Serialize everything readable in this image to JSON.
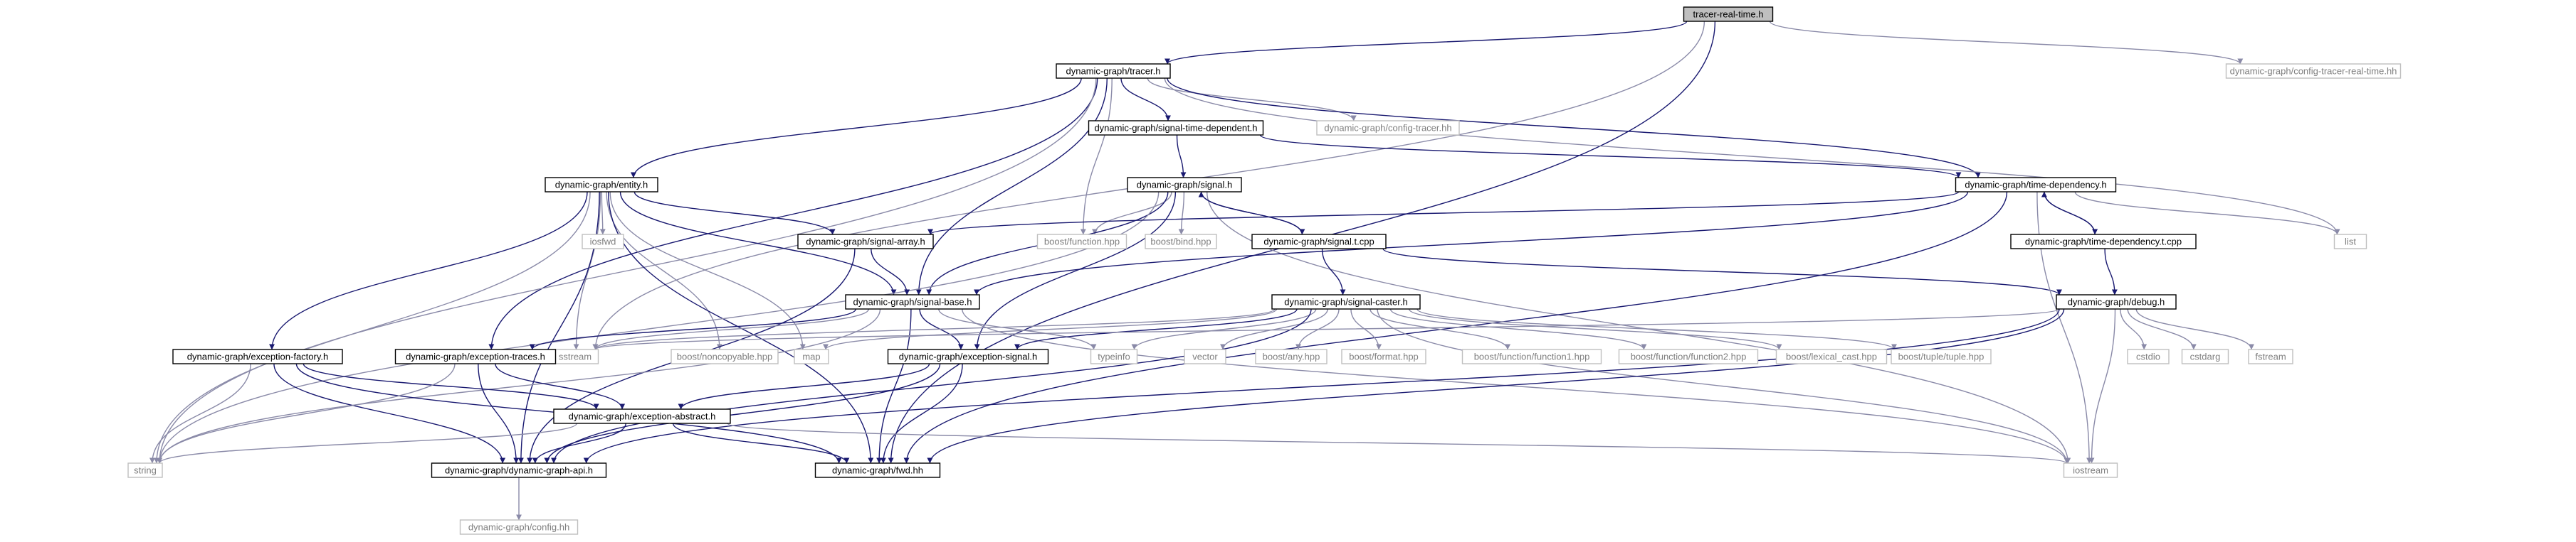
{
  "diagram": {
    "root": "tracer-real-time.h",
    "colors": {
      "edge": "#191970",
      "node_border": "#000000",
      "external_border": "#bfbfbf",
      "root_fill": "#bfbfbf"
    },
    "nodes": [
      {
        "id": "trt",
        "label": "tracer-real-time.h",
        "kind": "root"
      },
      {
        "id": "tracer",
        "label": "dynamic-graph/tracer.h",
        "kind": "internal"
      },
      {
        "id": "cfgtrt",
        "label": "dynamic-graph/config-tracer-real-time.hh",
        "kind": "external"
      },
      {
        "id": "std",
        "label": "dynamic-graph/signal-time-dependent.h",
        "kind": "internal"
      },
      {
        "id": "cfgtr",
        "label": "dynamic-graph/config-tracer.hh",
        "kind": "external"
      },
      {
        "id": "entity",
        "label": "dynamic-graph/entity.h",
        "kind": "internal"
      },
      {
        "id": "signal",
        "label": "dynamic-graph/signal.h",
        "kind": "internal"
      },
      {
        "id": "timedep",
        "label": "dynamic-graph/time-dependency.h",
        "kind": "internal"
      },
      {
        "id": "iosfwd",
        "label": "iosfwd",
        "kind": "external"
      },
      {
        "id": "sigarray",
        "label": "dynamic-graph/signal-array.h",
        "kind": "internal"
      },
      {
        "id": "boostfn",
        "label": "boost/function.hpp",
        "kind": "external"
      },
      {
        "id": "boostbind",
        "label": "boost/bind.hpp",
        "kind": "external"
      },
      {
        "id": "sigtcpp",
        "label": "dynamic-graph/signal.t.cpp",
        "kind": "internal"
      },
      {
        "id": "timedeptcpp",
        "label": "dynamic-graph/time-dependency.t.cpp",
        "kind": "internal"
      },
      {
        "id": "list",
        "label": "list",
        "kind": "external"
      },
      {
        "id": "sigbase",
        "label": "dynamic-graph/signal-base.h",
        "kind": "internal"
      },
      {
        "id": "sigcaster",
        "label": "dynamic-graph/signal-caster.h",
        "kind": "internal"
      },
      {
        "id": "debug",
        "label": "dynamic-graph/debug.h",
        "kind": "internal"
      },
      {
        "id": "excfactory",
        "label": "dynamic-graph/exception-factory.h",
        "kind": "internal"
      },
      {
        "id": "sstream",
        "label": "sstream",
        "kind": "external"
      },
      {
        "id": "exctraces",
        "label": "dynamic-graph/exception-traces.h",
        "kind": "internal"
      },
      {
        "id": "noncopy",
        "label": "boost/noncopyable.hpp",
        "kind": "external"
      },
      {
        "id": "map",
        "label": "map",
        "kind": "external"
      },
      {
        "id": "excsignal",
        "label": "dynamic-graph/exception-signal.h",
        "kind": "internal"
      },
      {
        "id": "typeinfo",
        "label": "typeinfo",
        "kind": "external"
      },
      {
        "id": "vector",
        "label": "vector",
        "kind": "external"
      },
      {
        "id": "boostany",
        "label": "boost/any.hpp",
        "kind": "external"
      },
      {
        "id": "boostformat",
        "label": "boost/format.hpp",
        "kind": "external"
      },
      {
        "id": "boostfn1",
        "label": "boost/function/function1.hpp",
        "kind": "external"
      },
      {
        "id": "boostfn2",
        "label": "boost/function/function2.hpp",
        "kind": "external"
      },
      {
        "id": "lexcast",
        "label": "boost/lexical_cast.hpp",
        "kind": "external"
      },
      {
        "id": "tuple",
        "label": "boost/tuple/tuple.hpp",
        "kind": "external"
      },
      {
        "id": "cstdio",
        "label": "cstdio",
        "kind": "external"
      },
      {
        "id": "cstdarg",
        "label": "cstdarg",
        "kind": "external"
      },
      {
        "id": "fstream",
        "label": "fstream",
        "kind": "external"
      },
      {
        "id": "excabstract",
        "label": "dynamic-graph/exception-abstract.h",
        "kind": "internal"
      },
      {
        "id": "string",
        "label": "string",
        "kind": "external"
      },
      {
        "id": "dgapi",
        "label": "dynamic-graph/dynamic-graph-api.h",
        "kind": "internal"
      },
      {
        "id": "fwd",
        "label": "dynamic-graph/fwd.hh",
        "kind": "internal"
      },
      {
        "id": "iostream",
        "label": "iostream",
        "kind": "external"
      },
      {
        "id": "config",
        "label": "dynamic-graph/config.hh",
        "kind": "external"
      }
    ],
    "edges": [
      [
        "trt",
        "tracer"
      ],
      [
        "trt",
        "cfgtrt"
      ],
      [
        "trt",
        "sstream"
      ],
      [
        "trt",
        "fwd"
      ],
      [
        "tracer",
        "std"
      ],
      [
        "tracer",
        "cfgtr"
      ],
      [
        "tracer",
        "entity"
      ],
      [
        "tracer",
        "timedep"
      ],
      [
        "tracer",
        "list"
      ],
      [
        "tracer",
        "boostfn"
      ],
      [
        "tracer",
        "sigbase"
      ],
      [
        "tracer",
        "exctraces"
      ],
      [
        "tracer",
        "string"
      ],
      [
        "std",
        "signal"
      ],
      [
        "std",
        "timedep"
      ],
      [
        "entity",
        "iosfwd"
      ],
      [
        "entity",
        "sigarray"
      ],
      [
        "entity",
        "sigbase"
      ],
      [
        "entity",
        "excfactory"
      ],
      [
        "entity",
        "sstream"
      ],
      [
        "entity",
        "noncopy"
      ],
      [
        "entity",
        "map"
      ],
      [
        "entity",
        "dgapi"
      ],
      [
        "entity",
        "fwd"
      ],
      [
        "entity",
        "string"
      ],
      [
        "signal",
        "boostfn"
      ],
      [
        "signal",
        "boostbind"
      ],
      [
        "signal",
        "sigtcpp"
      ],
      [
        "signal",
        "sigbase"
      ],
      [
        "signal",
        "excsignal"
      ],
      [
        "signal",
        "string"
      ],
      [
        "signal",
        "iostream"
      ],
      [
        "sigtcpp",
        "signal"
      ],
      [
        "sigtcpp",
        "sigcaster"
      ],
      [
        "sigtcpp",
        "debug"
      ],
      [
        "timedep",
        "list"
      ],
      [
        "timedep",
        "sigarray"
      ],
      [
        "timedep",
        "timedeptcpp"
      ],
      [
        "timedep",
        "sigbase"
      ],
      [
        "timedep",
        "fwd"
      ],
      [
        "timedep",
        "iostream"
      ],
      [
        "timedeptcpp",
        "timedep"
      ],
      [
        "timedeptcpp",
        "debug"
      ],
      [
        "sigarray",
        "sigbase"
      ],
      [
        "sigarray",
        "dgapi"
      ],
      [
        "sigbase",
        "sstream"
      ],
      [
        "sigbase",
        "typeinfo"
      ],
      [
        "sigbase",
        "excsignal"
      ],
      [
        "sigbase",
        "fwd"
      ],
      [
        "sigbase",
        "string"
      ],
      [
        "sigbase",
        "iostream"
      ],
      [
        "sigbase",
        "exctraces"
      ],
      [
        "sigcaster",
        "map"
      ],
      [
        "sigcaster",
        "typeinfo"
      ],
      [
        "sigcaster",
        "vector"
      ],
      [
        "sigcaster",
        "boostany"
      ],
      [
        "sigcaster",
        "boostformat"
      ],
      [
        "sigcaster",
        "boostfn1"
      ],
      [
        "sigcaster",
        "boostfn2"
      ],
      [
        "sigcaster",
        "lexcast"
      ],
      [
        "sigcaster",
        "tuple"
      ],
      [
        "sigcaster",
        "dgapi"
      ],
      [
        "sigcaster",
        "excsignal"
      ],
      [
        "sigcaster",
        "iostream"
      ],
      [
        "sigcaster",
        "sstream"
      ],
      [
        "debug",
        "cstdio"
      ],
      [
        "debug",
        "cstdarg"
      ],
      [
        "debug",
        "fstream"
      ],
      [
        "debug",
        "sstream"
      ],
      [
        "debug",
        "dgapi"
      ],
      [
        "debug",
        "fwd"
      ],
      [
        "debug",
        "iostream"
      ],
      [
        "excfactory",
        "excabstract"
      ],
      [
        "excfactory",
        "dgapi"
      ],
      [
        "excfactory",
        "string"
      ],
      [
        "excfactory",
        "fwd"
      ],
      [
        "exctraces",
        "excabstract"
      ],
      [
        "exctraces",
        "dgapi"
      ],
      [
        "exctraces",
        "string"
      ],
      [
        "excsignal",
        "excabstract"
      ],
      [
        "excsignal",
        "fwd"
      ],
      [
        "excsignal",
        "dgapi"
      ],
      [
        "excabstract",
        "string"
      ],
      [
        "excabstract",
        "dgapi"
      ],
      [
        "excabstract",
        "fwd"
      ],
      [
        "excabstract",
        "iostream"
      ],
      [
        "dgapi",
        "config"
      ]
    ]
  }
}
